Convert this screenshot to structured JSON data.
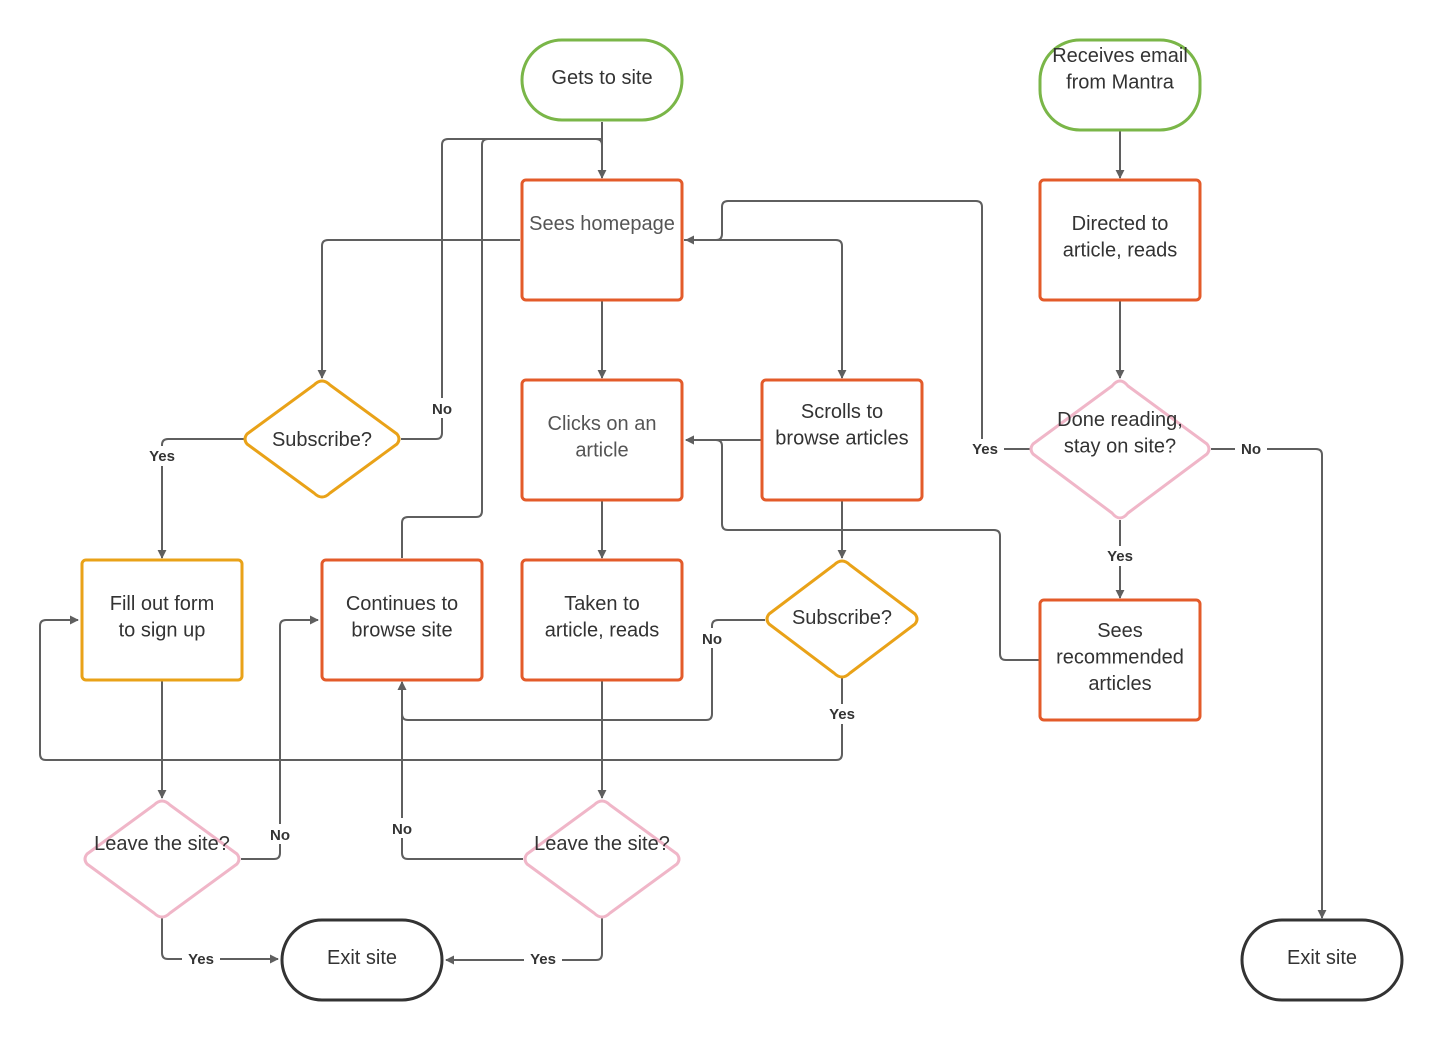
{
  "colors": {
    "start": "#7ab648",
    "process": "#e35b2a",
    "form": "#e9a218",
    "decision_subscribe": "#e9a218",
    "decision_leave": "#f0b6c8",
    "end": "#333333",
    "connector": "#5f5f5f"
  },
  "nodes": {
    "start_site": {
      "text": "Gets to site"
    },
    "start_email": {
      "text": "Receives email from Mantra"
    },
    "sees_homepage": {
      "text": "Sees homepage"
    },
    "directed_article": {
      "text": "Directed to article, reads"
    },
    "clicks_article": {
      "text": "Clicks on an article"
    },
    "scrolls_browse": {
      "text": "Scrolls to browse articles"
    },
    "subscribe_1": {
      "text": "Subscribe?"
    },
    "done_reading": {
      "text": "Done reading, stay on site?"
    },
    "fill_form": {
      "text": "Fill out form to sign up"
    },
    "continues_browse": {
      "text": "Continues to browse site"
    },
    "taken_article": {
      "text": "Taken to article, reads"
    },
    "subscribe_2": {
      "text": "Subscribe?"
    },
    "sees_recommended": {
      "text": "Sees recommended articles"
    },
    "leave_1": {
      "text": "Leave the site?"
    },
    "leave_2": {
      "text": "Leave the site?"
    },
    "exit_1": {
      "text": "Exit site"
    },
    "exit_2": {
      "text": "Exit site"
    }
  },
  "edge_labels": {
    "sub1_no": "No",
    "sub1_yes": "Yes",
    "done_yes_left": "Yes",
    "done_no": "No",
    "done_yes_down": "Yes",
    "sub2_no": "No",
    "sub2_yes": "Yes",
    "leave1_no": "No",
    "leave1_yes": "Yes",
    "leave2_no": "No",
    "leave2_yes": "Yes"
  }
}
